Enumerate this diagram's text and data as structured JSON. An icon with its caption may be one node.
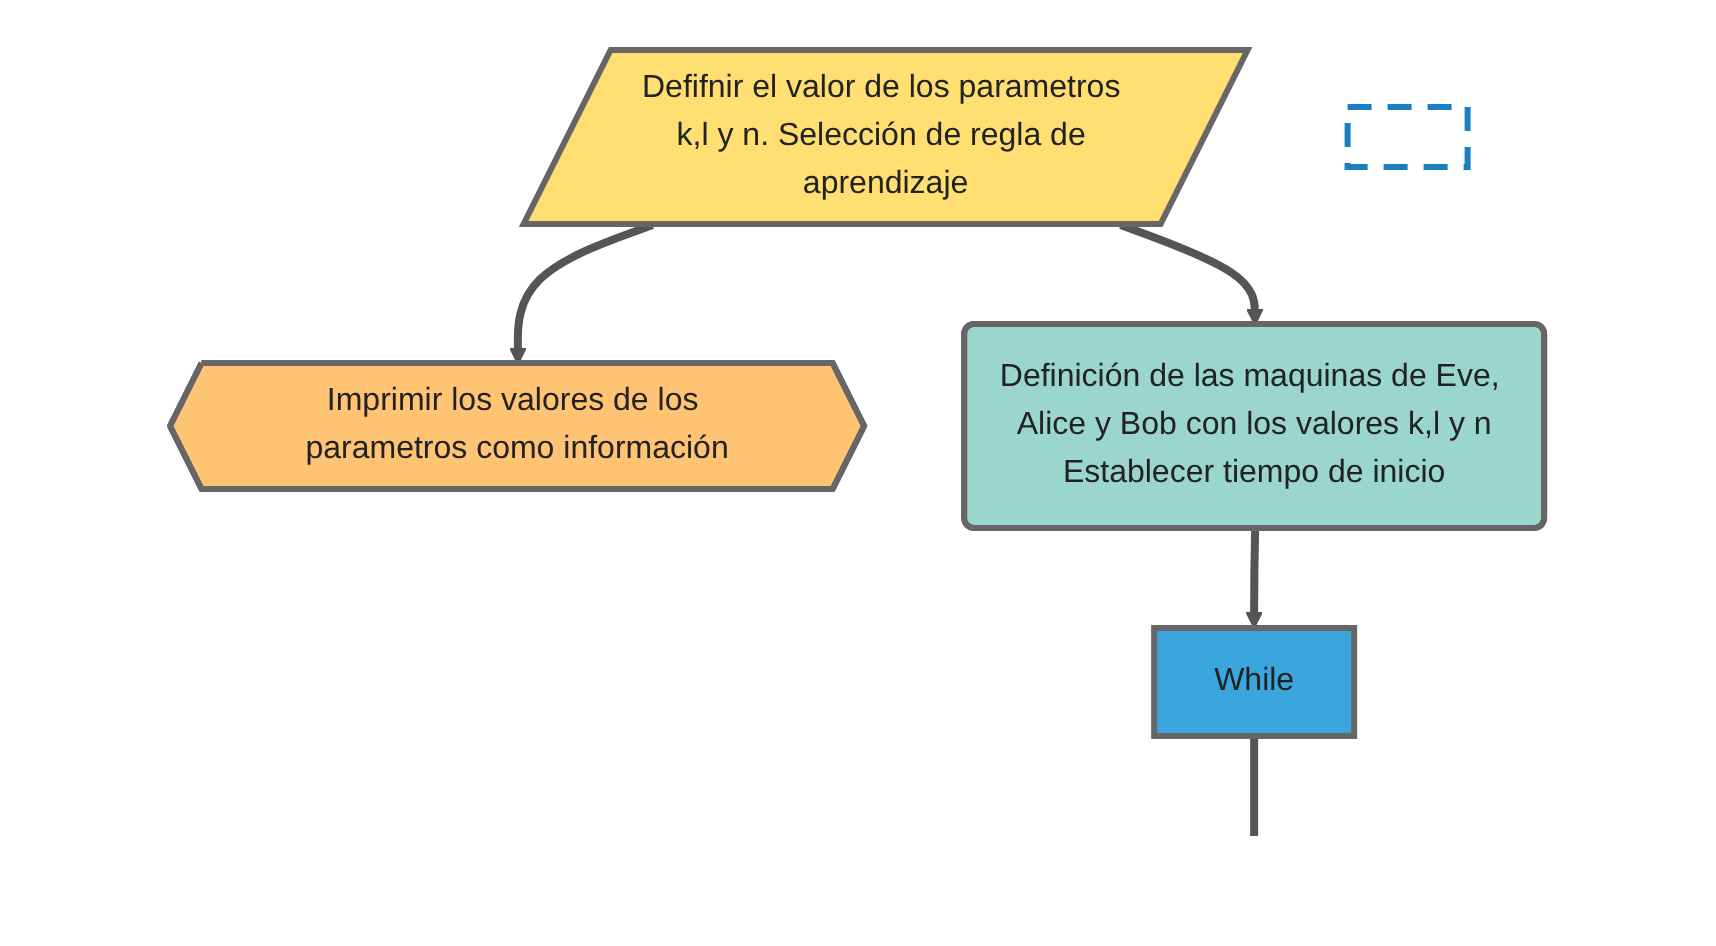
{
  "diagram": {
    "nodes": [
      {
        "text": [
          "Defifnir el valor de los parametros k,l y n. Selección de regla de aprendizaje"
        ]
      },
      {
        "text": [
          "Imprimir los valores de los parametros como información"
        ]
      },
      {
        "text": [
          "Definición de las maquinas de Eve, Alice y Bob con los valores k,l y n",
          "Establecer tiempo de inicio"
        ]
      },
      {
        "text": [
          "While"
        ]
      },
      {
        "text": [],
        "shape": "box"
      }
    ],
    "edges": [
      {
        "from": 0,
        "to": 1,
        "arrow": "to"
      },
      {
        "from": 0,
        "to": 2,
        "arrow": "to"
      },
      {
        "from": 2,
        "to": 3,
        "arrow": "to"
      },
      {
        "from": 3,
        "to": null,
        "arrow": "none"
      }
    ]
  }
}
